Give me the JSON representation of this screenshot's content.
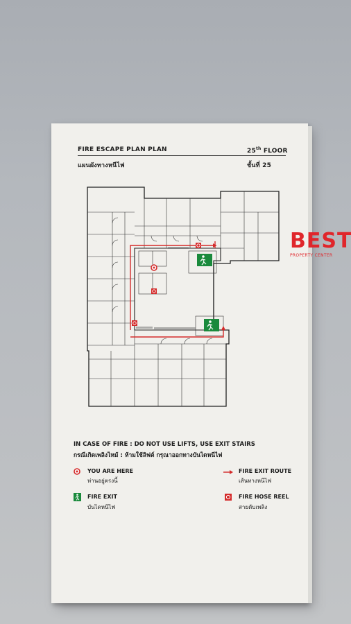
{
  "sign": {
    "title_en": "FIRE ESCAPE PLAN PLAN",
    "title_th": "แผนผังทางหนีไฟ",
    "floor_en": "25th FLOOR",
    "floor_th": "ชั้นที่ 25"
  },
  "notice": {
    "en": "IN CASE OF FIRE : DO NOT USE LIFTS, USE EXIT STAIRS",
    "th": "กรณีเกิดเพลิงไหม้ : ห้ามใช้ลิฟต์ กรุณาออกทางบันไดหนีไฟ"
  },
  "legend": {
    "you_are_here_en": "YOU ARE HERE",
    "you_are_here_th": "ท่านอยู่ตรงนี้",
    "fire_exit_en": "FIRE EXIT",
    "fire_exit_th": "บันไดหนีไฟ",
    "exit_route_en": "FIRE EXIT ROUTE",
    "exit_route_th": "เส้นทางหนีไฟ",
    "hose_reel_en": "FIRE HOSE REEL",
    "hose_reel_th": "สายดับเพลิง"
  },
  "watermark": {
    "brand": "BEST",
    "tagline": "PROPERTY CENTER"
  },
  "colors": {
    "route_red": "#d42a2a",
    "exit_green": "#1a8a3c",
    "brand_red": "#e0262b"
  }
}
